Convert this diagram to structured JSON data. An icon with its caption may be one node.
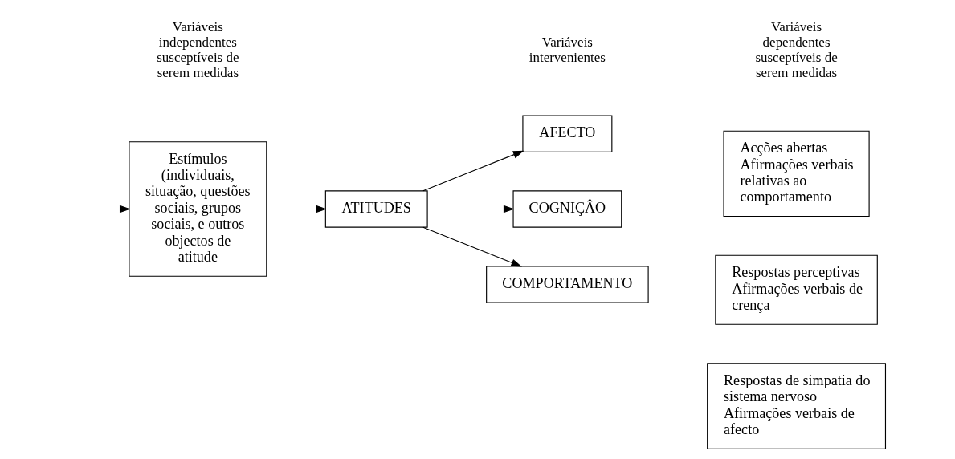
{
  "diagram": {
    "nodes": [
      {
        "text": [
          "Estímulos (individuais, situação, questões sociais, grupos sociais, e outros objectos de atitude"
        ]
      },
      {
        "text": [
          "ATITUDES"
        ]
      },
      {
        "text": [
          "AFECTO"
        ]
      },
      {
        "text": [
          "COGNIÇÂO"
        ]
      },
      {
        "text": [
          "COMPORTAMENTO"
        ]
      },
      {
        "text": [
          "Respostas de simpatia do sistema nervoso",
          "Afirmações verbais de afecto"
        ]
      },
      {
        "text": [
          "Respostas perceptivas",
          "Afirmações verbais de crença"
        ]
      },
      {
        "text": [
          "Acções abertas",
          "Afirmações verbais relativas ao comportamento"
        ]
      }
    ],
    "edges": [
      {
        "from": null,
        "to": 0,
        "arrow": "to"
      },
      {
        "from": 0,
        "to": 1,
        "arrow": "to"
      },
      {
        "from": 1,
        "to": 2,
        "arrow": "to"
      },
      {
        "from": 1,
        "to": 3,
        "arrow": "to"
      },
      {
        "from": 1,
        "to": 4,
        "arrow": "to"
      }
    ],
    "labels": [
      "Variáveis independentes susceptíveis de serem medidas",
      "Variáveis intervenientes",
      "Variáveis dependentes susceptíveis de serem medidas"
    ]
  }
}
